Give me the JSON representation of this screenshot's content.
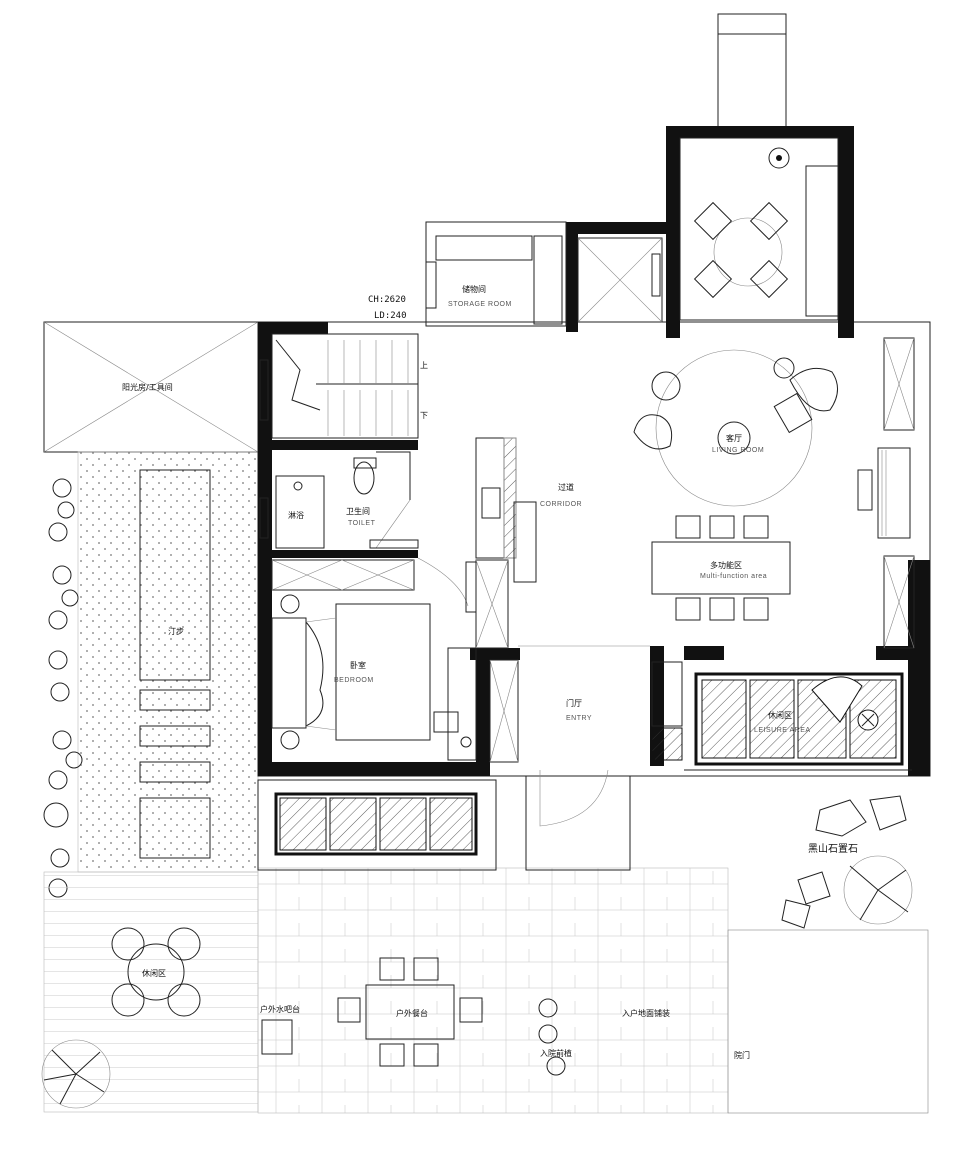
{
  "labels": {
    "storage_cn": "储物间",
    "storage_en": "STORAGE ROOM",
    "ch": "CH:2620",
    "ld": "LD:240",
    "stair_up": "上",
    "stair_down": "下",
    "sunroom_cn": "阳光房/工具间",
    "shower_cn": "淋浴",
    "toilet_cn": "卫生间",
    "toilet_en": "TOILET",
    "corridor_cn": "过道",
    "corridor_en": "CORRIDOR",
    "living_cn": "客厅",
    "living_en": "LIVING ROOM",
    "multi_cn": "多功能区",
    "multi_en": "Multi-function area",
    "steps_cn": "汀步",
    "bedroom_cn": "卧室",
    "bedroom_en": "BEDROOM",
    "entry_cn": "门厅",
    "entry_en": "ENTRY",
    "leisure_cn": "休闲区",
    "leisure_en": "LEISURE AREA",
    "stone_cn": "黑山石置石",
    "garden_leisure_cn": "休闲区",
    "outdoor_bar_cn": "户外水吧台",
    "outdoor_dining_cn": "户外餐台",
    "entry_paving_cn": "入户地面铺装",
    "entry_wall_cn": "入院前植",
    "yard_gate_cn": "院门"
  }
}
